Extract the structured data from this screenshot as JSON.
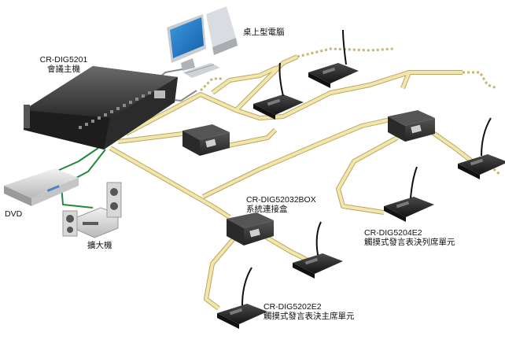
{
  "labels": {
    "desktop_pc": "桌上型電腦",
    "host_model": "CR-DIG5201",
    "host_name": "會議主機",
    "dvd": "DVD",
    "amplifier": "擴大機",
    "box_model": "CR-DIG52032BOX",
    "box_name": "系統連接盒",
    "delegate_model": "CR-DIG5204E2",
    "delegate_name": "觸摸式發言表決列席單元",
    "chairman_model": "CR-DIG5202E2",
    "chairman_name": "觸摸式發言表決主席單元"
  },
  "colors": {
    "cable_fill": "#f3e6a8",
    "cable_edge": "#b7a76a",
    "audio_cable": "#1f8a3a",
    "device_dark": "#2b2b2b",
    "device_mid": "#4a4a4a",
    "monitor_screen": "#1f78c8",
    "pc_body": "#d9dde2"
  },
  "icons": {
    "host": "conference-host-unit",
    "pc": "desktop-computer",
    "dvd": "dvd-player",
    "amp": "amplifier-speakers",
    "box": "connection-box",
    "mic": "gooseneck-microphone-unit"
  }
}
